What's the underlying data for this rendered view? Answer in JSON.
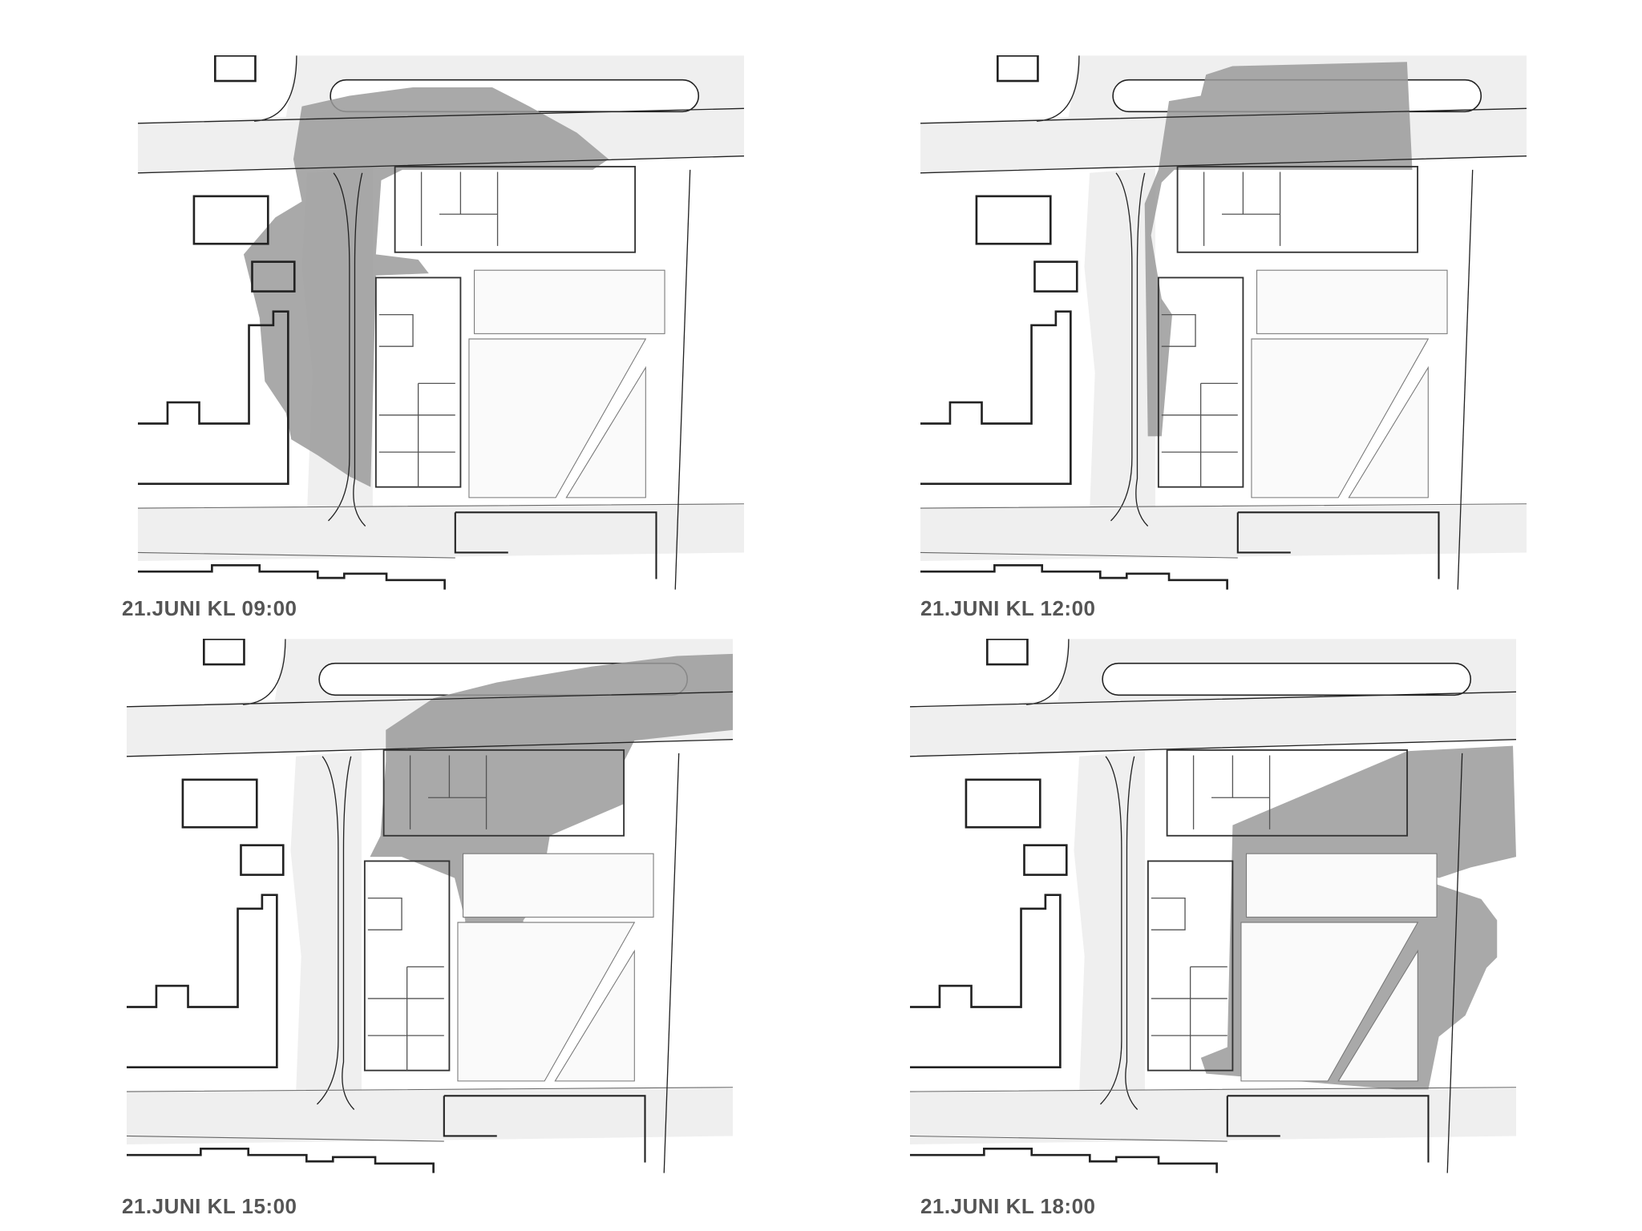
{
  "panels": [
    {
      "label": "21.JUNI KL 09:00",
      "time": "09:00"
    },
    {
      "label": "21.JUNI KL 12:00",
      "time": "12:00"
    },
    {
      "label": "21.JUNI KL 15:00",
      "time": "15:00"
    },
    {
      "label": "21.JUNI KL 18:00",
      "time": "18:00"
    }
  ],
  "colors": {
    "shadow": "#9a9a9a",
    "road": "#efefef",
    "line": "#222222",
    "label": "#555555"
  }
}
